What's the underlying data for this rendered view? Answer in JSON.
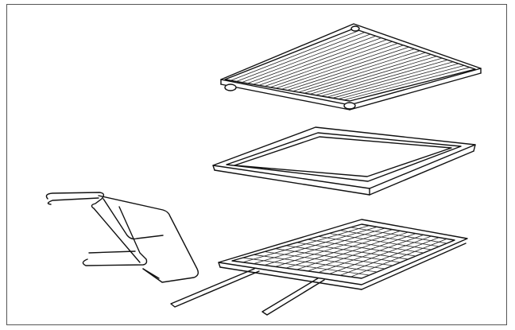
{
  "figure": {
    "items": [
      {
        "name": "wire-tray-shelf"
      },
      {
        "name": "baking-pan"
      },
      {
        "name": "grill-grid-with-handles"
      },
      {
        "name": "wire-rack-support"
      }
    ],
    "colors": {
      "line": "#111111",
      "background": "#ffffff",
      "frame": "#555555"
    }
  }
}
